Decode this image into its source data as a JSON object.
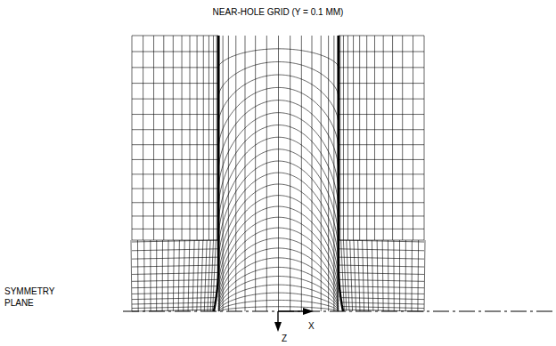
{
  "diagram": {
    "title": "NEAR-HOLE GRID (Y = 0.1 MM)",
    "labels": [
      "SYMMETRY PLANE",
      "X",
      "Z"
    ]
  }
}
